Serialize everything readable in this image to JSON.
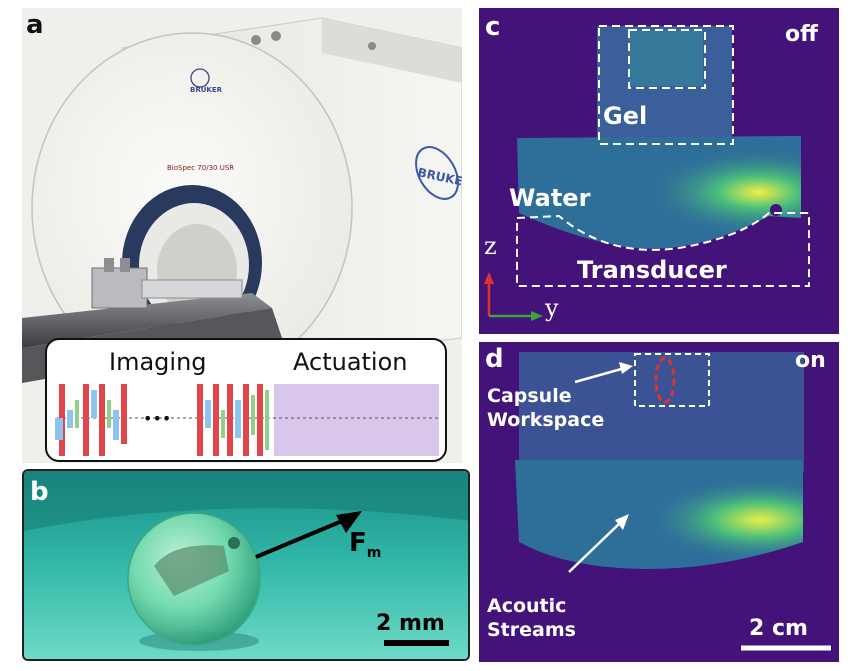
{
  "panel_a": {
    "letter": "a",
    "scanner_brand": "BRUKER",
    "scanner_model": "BioSpec 70/30 USR",
    "sequence": {
      "imaging_label": "Imaging",
      "actuation_label": "Actuation",
      "ellipsis": "•••",
      "colors": {
        "red": "#e0464b",
        "blue": "#8cc4ec",
        "green": "#8fd18a",
        "purple": "#d8c7ea"
      }
    }
  },
  "panel_b": {
    "letter": "b",
    "force_label": "F",
    "force_subscript": "m",
    "scale_label": "2 mm",
    "colors": {
      "background": "#2fb5a6",
      "sphere": "#7fe0b0"
    }
  },
  "panel_c": {
    "letter": "c",
    "state": "off",
    "gel_label": "Gel",
    "water_label": "Water",
    "transducer_label": "Transducer",
    "axis_z": "z",
    "axis_y": "y",
    "colors": {
      "background": "#43137a",
      "medium": "#3a5f9a",
      "bright": "#e8f04a",
      "axis_z": "#e0332e",
      "axis_y": "#3aa33a"
    }
  },
  "panel_d": {
    "letter": "d",
    "state": "on",
    "capsule_label_1": "Capsule",
    "capsule_label_2": "Workspace",
    "streams_label_1": "Acoutic",
    "streams_label_2": "Streams",
    "scale_label": "2 cm",
    "colors": {
      "capsule_outline": "#e0332e"
    }
  }
}
